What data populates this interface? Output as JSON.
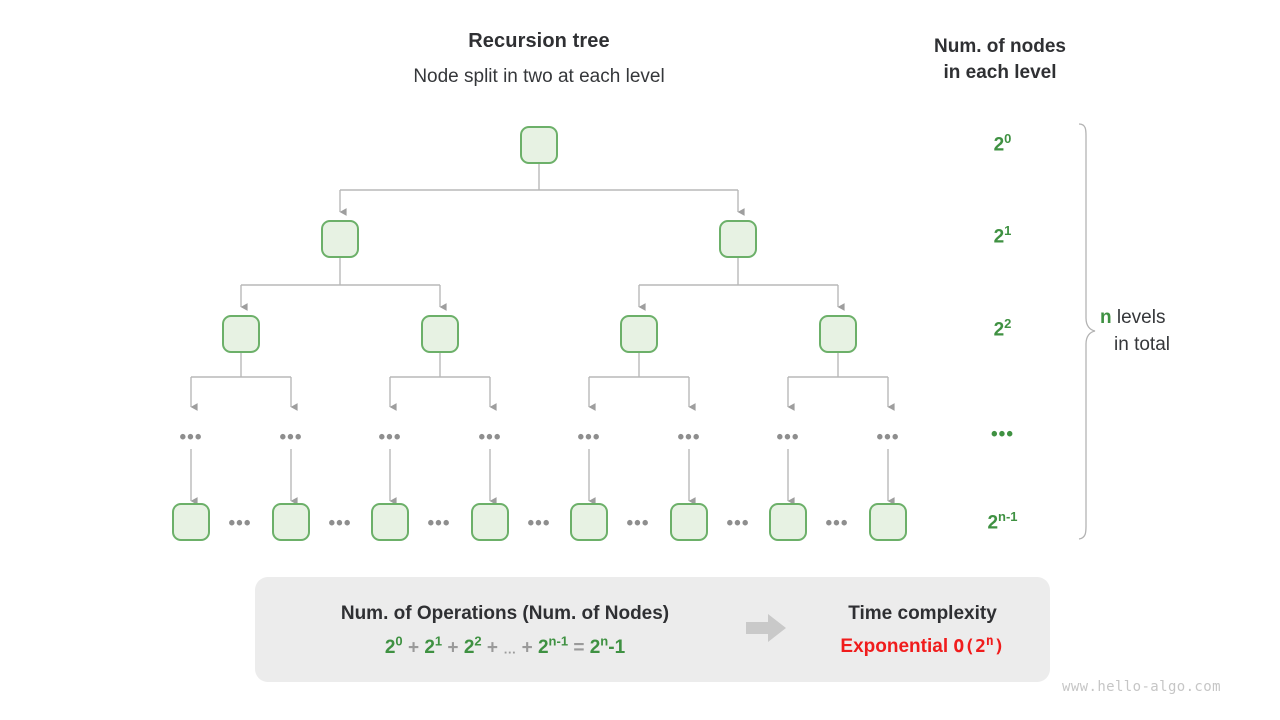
{
  "header": {
    "tree_title": "Recursion tree",
    "tree_subtitle": "Node split in two at each level",
    "count_title_line1": "Num. of nodes",
    "count_title_line2": "in each level"
  },
  "levels": [
    {
      "label_base": "2",
      "label_exp": "0",
      "is_dots": false,
      "nodes": 1
    },
    {
      "label_base": "2",
      "label_exp": "1",
      "is_dots": false,
      "nodes": 2
    },
    {
      "label_base": "2",
      "label_exp": "2",
      "is_dots": false,
      "nodes": 4
    },
    {
      "label_base": "",
      "label_exp": "",
      "is_dots": true,
      "dots": "•••",
      "nodes": 8
    },
    {
      "label_base": "2",
      "label_exp": "n-1",
      "is_dots": false,
      "nodes": 8
    }
  ],
  "brace": {
    "total_n": "n",
    "total_text_1": "levels",
    "total_text_2": "in total"
  },
  "ellipsis": {
    "row_mark": "•••",
    "gap_mark": "•••"
  },
  "summary": {
    "operations_title": "Num. of Operations (Num. of Nodes)",
    "formula": {
      "t1": "2",
      "t1e": "0",
      "op1": "+",
      "t2": "2",
      "t2e": "1",
      "op2": "+",
      "t3": "2",
      "t3e": "2",
      "op3": "+",
      "mid_dots": "…",
      "op4": "+",
      "t4": "2",
      "t4e": "n-1",
      "eq": "=",
      "t5": "2",
      "t5e": "n",
      "t5tail": "-1"
    },
    "arrow": "➤",
    "complexity_title": "Time complexity",
    "complexity_value": "Exponential",
    "complexity_big_o": "O(2",
    "complexity_big_o_exp": "n",
    "complexity_big_o_tail": ")"
  },
  "watermark": "www.hello-algo.com",
  "colors": {
    "node_fill": "#e7f2e3",
    "node_border": "#6cb069",
    "green_text": "#3f9142",
    "red_text": "#f01c1c",
    "line": "#b8b8b8",
    "panel_bg": "#ececec"
  }
}
